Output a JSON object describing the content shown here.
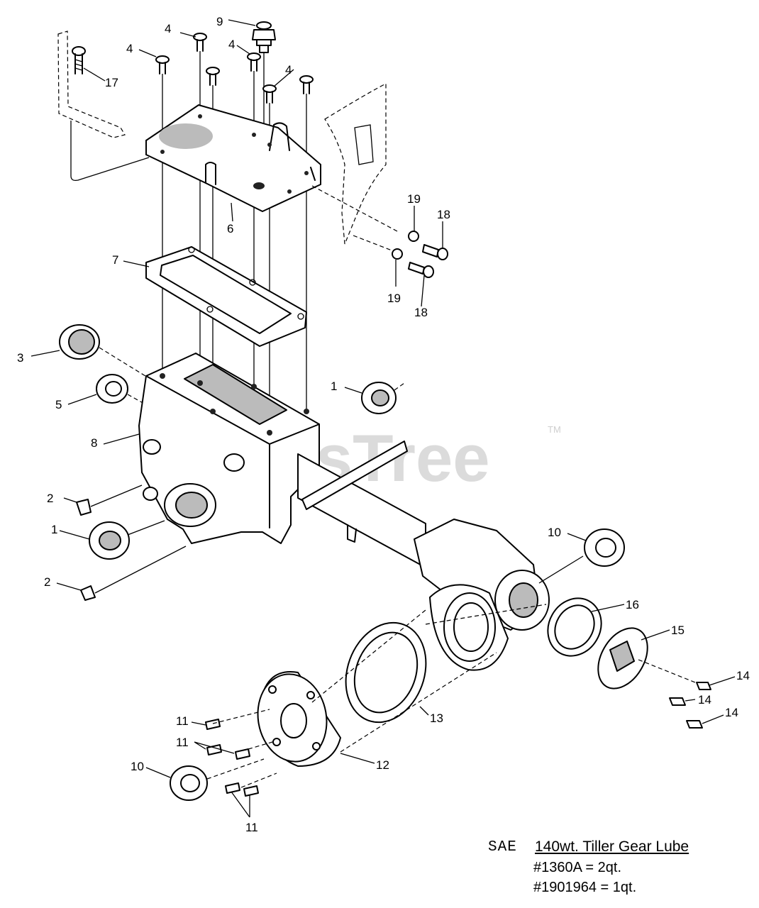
{
  "watermark": {
    "text": "PartsTree",
    "trademark": "TM"
  },
  "callouts": {
    "c1a": "1",
    "c1b": "1",
    "c2a": "2",
    "c2b": "2",
    "c3": "3",
    "c4a": "4",
    "c4b": "4",
    "c4c": "4",
    "c4d": "4",
    "c5": "5",
    "c6": "6",
    "c7": "7",
    "c8": "8",
    "c9": "9",
    "c10a": "10",
    "c10b": "10",
    "c11a": "11",
    "c11b": "11",
    "c11c": "11",
    "c12": "12",
    "c13": "13",
    "c14a": "14",
    "c14b": "14",
    "c14c": "14",
    "c15": "15",
    "c16": "16",
    "c17": "17",
    "c18a": "18",
    "c18b": "18",
    "c19a": "19",
    "c19b": "19"
  },
  "lube_note": {
    "sae": "SAE",
    "title": "140wt. Tiller Gear Lube",
    "line1": "#1360A = 2qt.",
    "line2": "#1901964 = 1qt."
  }
}
